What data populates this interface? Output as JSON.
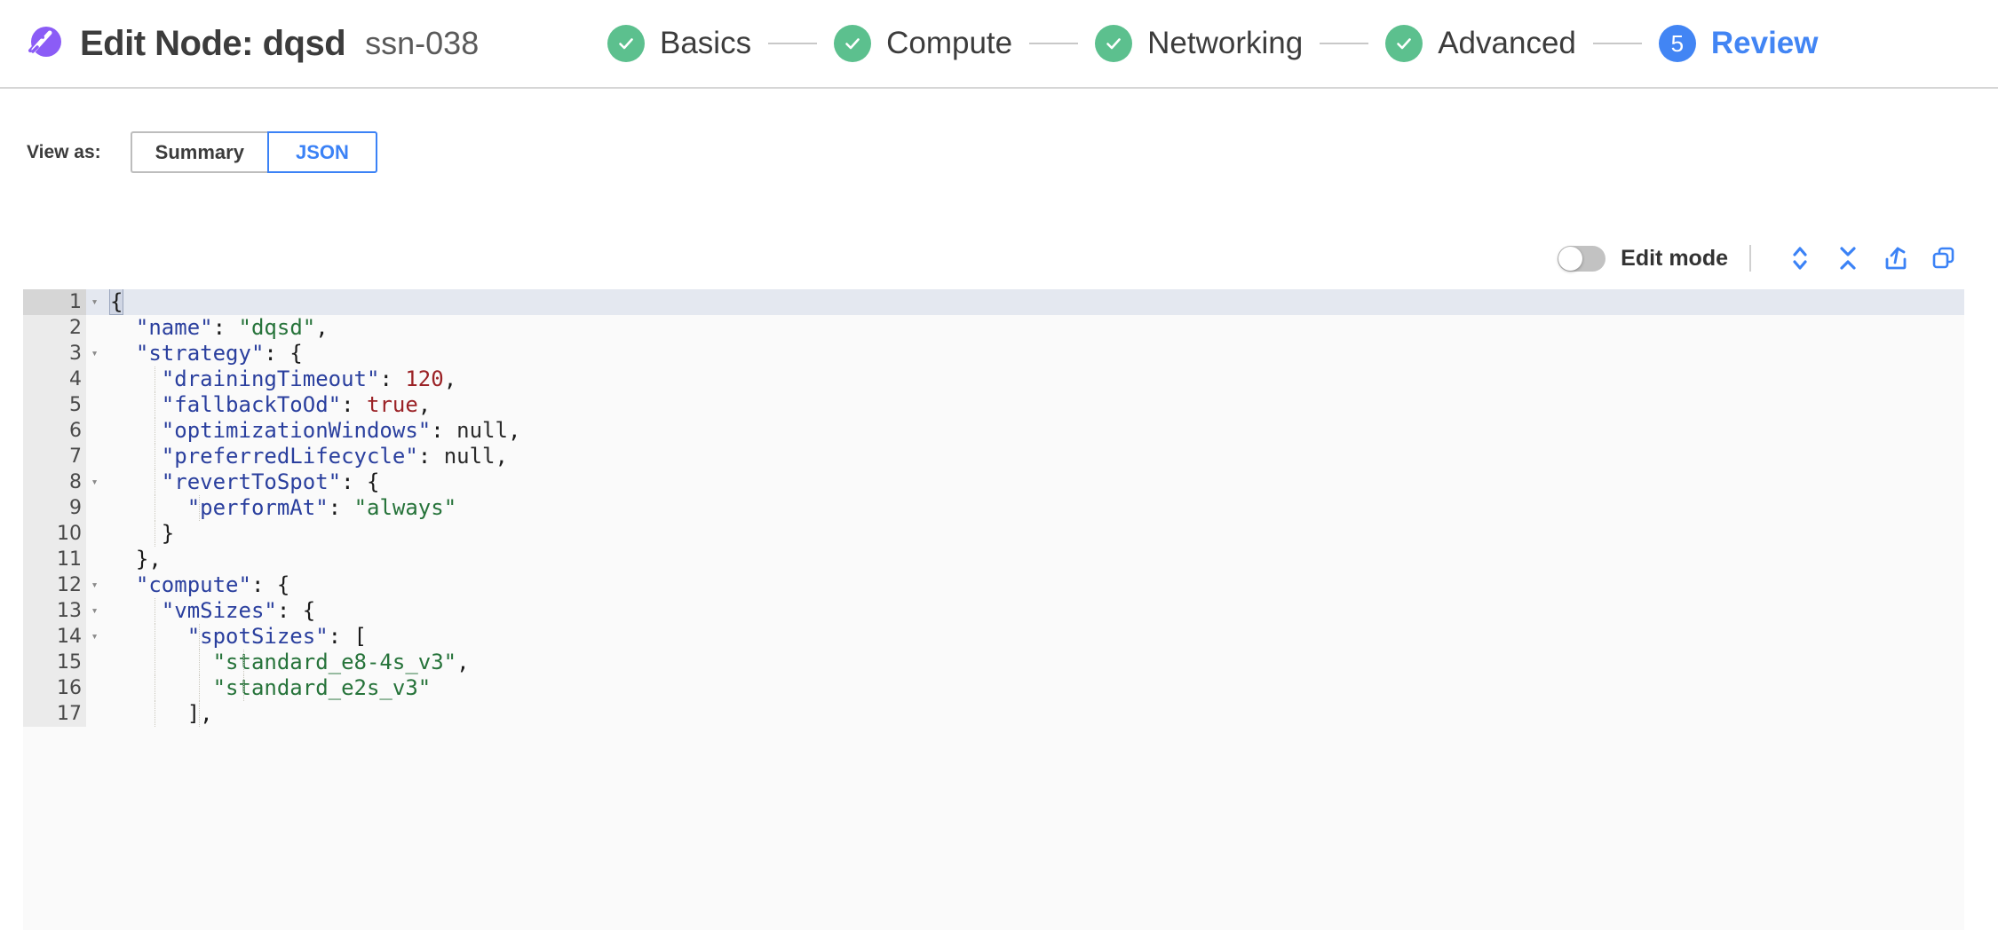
{
  "header": {
    "logo_icon": "spot-comet-logo",
    "title": "Edit Node: dqsd",
    "subtitle": "ssn-038",
    "brand_color": "#8B5CF6"
  },
  "stepper": {
    "steps": [
      {
        "label": "Basics",
        "state": "done",
        "icon": "check-icon"
      },
      {
        "label": "Compute",
        "state": "done",
        "icon": "check-icon"
      },
      {
        "label": "Networking",
        "state": "done",
        "icon": "check-icon"
      },
      {
        "label": "Advanced",
        "state": "done",
        "icon": "check-icon"
      },
      {
        "label": "Review",
        "state": "current",
        "number": "5"
      }
    ],
    "done_color": "#5cc08e",
    "current_color": "#4285f4"
  },
  "view_as": {
    "label": "View as:",
    "options": [
      {
        "label": "Summary",
        "selected": false
      },
      {
        "label": "JSON",
        "selected": true
      }
    ],
    "active_color": "#3b82f6"
  },
  "toolbar": {
    "edit_mode_label": "Edit mode",
    "edit_mode_on": false,
    "icons": [
      {
        "name": "expand-all-icon",
        "glyph": "chevrons-up-down"
      },
      {
        "name": "collapse-all-icon",
        "glyph": "chevrons-inward"
      },
      {
        "name": "export-icon",
        "glyph": "share-box-arrow"
      },
      {
        "name": "copy-icon",
        "glyph": "two-squares"
      }
    ],
    "icon_color": "#3b82f6"
  },
  "editor": {
    "active_line": 1,
    "colors": {
      "background": "#fafafa",
      "gutter": "#ebebeb",
      "active_line": "#e4e8f0",
      "key": "#2a3f9e",
      "string": "#26733a",
      "number": "#9b2226",
      "null": "#2b2b2b"
    },
    "lines": [
      {
        "n": "1",
        "fold": true,
        "indent": 0,
        "tokens": [
          {
            "t": "{",
            "c": "p bracket-hl"
          }
        ]
      },
      {
        "n": "2",
        "fold": false,
        "indent": 1,
        "tokens": [
          {
            "t": "\"name\"",
            "c": "k"
          },
          {
            "t": ": ",
            "c": "p"
          },
          {
            "t": "\"dqsd\"",
            "c": "s"
          },
          {
            "t": ",",
            "c": "p"
          }
        ]
      },
      {
        "n": "3",
        "fold": true,
        "indent": 1,
        "tokens": [
          {
            "t": "\"strategy\"",
            "c": "k"
          },
          {
            "t": ": {",
            "c": "p"
          }
        ]
      },
      {
        "n": "4",
        "fold": false,
        "indent": 2,
        "tokens": [
          {
            "t": "\"drainingTimeout\"",
            "c": "k"
          },
          {
            "t": ": ",
            "c": "p"
          },
          {
            "t": "120",
            "c": "n"
          },
          {
            "t": ",",
            "c": "p"
          }
        ]
      },
      {
        "n": "5",
        "fold": false,
        "indent": 2,
        "tokens": [
          {
            "t": "\"fallbackToOd\"",
            "c": "k"
          },
          {
            "t": ": ",
            "c": "p"
          },
          {
            "t": "true",
            "c": "n"
          },
          {
            "t": ",",
            "c": "p"
          }
        ]
      },
      {
        "n": "6",
        "fold": false,
        "indent": 2,
        "tokens": [
          {
            "t": "\"optimizationWindows\"",
            "c": "k"
          },
          {
            "t": ": ",
            "c": "p"
          },
          {
            "t": "null",
            "c": "nl"
          },
          {
            "t": ",",
            "c": "p"
          }
        ]
      },
      {
        "n": "7",
        "fold": false,
        "indent": 2,
        "tokens": [
          {
            "t": "\"preferredLifecycle\"",
            "c": "k"
          },
          {
            "t": ": ",
            "c": "p"
          },
          {
            "t": "null",
            "c": "nl"
          },
          {
            "t": ",",
            "c": "p"
          }
        ]
      },
      {
        "n": "8",
        "fold": true,
        "indent": 2,
        "tokens": [
          {
            "t": "\"revertToSpot\"",
            "c": "k"
          },
          {
            "t": ": {",
            "c": "p"
          }
        ]
      },
      {
        "n": "9",
        "fold": false,
        "indent": 3,
        "tokens": [
          {
            "t": "\"performAt\"",
            "c": "k"
          },
          {
            "t": ": ",
            "c": "p"
          },
          {
            "t": "\"always\"",
            "c": "s"
          }
        ]
      },
      {
        "n": "10",
        "fold": false,
        "indent": 2,
        "tokens": [
          {
            "t": "}",
            "c": "p"
          }
        ]
      },
      {
        "n": "11",
        "fold": false,
        "indent": 1,
        "tokens": [
          {
            "t": "},",
            "c": "p"
          }
        ]
      },
      {
        "n": "12",
        "fold": true,
        "indent": 1,
        "tokens": [
          {
            "t": "\"compute\"",
            "c": "k"
          },
          {
            "t": ": {",
            "c": "p"
          }
        ]
      },
      {
        "n": "13",
        "fold": true,
        "indent": 2,
        "tokens": [
          {
            "t": "\"vmSizes\"",
            "c": "k"
          },
          {
            "t": ": {",
            "c": "p"
          }
        ]
      },
      {
        "n": "14",
        "fold": true,
        "indent": 3,
        "tokens": [
          {
            "t": "\"spotSizes\"",
            "c": "k"
          },
          {
            "t": ": [",
            "c": "p"
          }
        ]
      },
      {
        "n": "15",
        "fold": false,
        "indent": 4,
        "tokens": [
          {
            "t": "\"standard_e8-4s_v3\"",
            "c": "s"
          },
          {
            "t": ",",
            "c": "p"
          }
        ]
      },
      {
        "n": "16",
        "fold": false,
        "indent": 4,
        "tokens": [
          {
            "t": "\"standard_e2s_v3\"",
            "c": "s"
          }
        ]
      },
      {
        "n": "17",
        "fold": false,
        "indent": 3,
        "tokens": [
          {
            "t": "],",
            "c": "p"
          }
        ]
      }
    ]
  }
}
